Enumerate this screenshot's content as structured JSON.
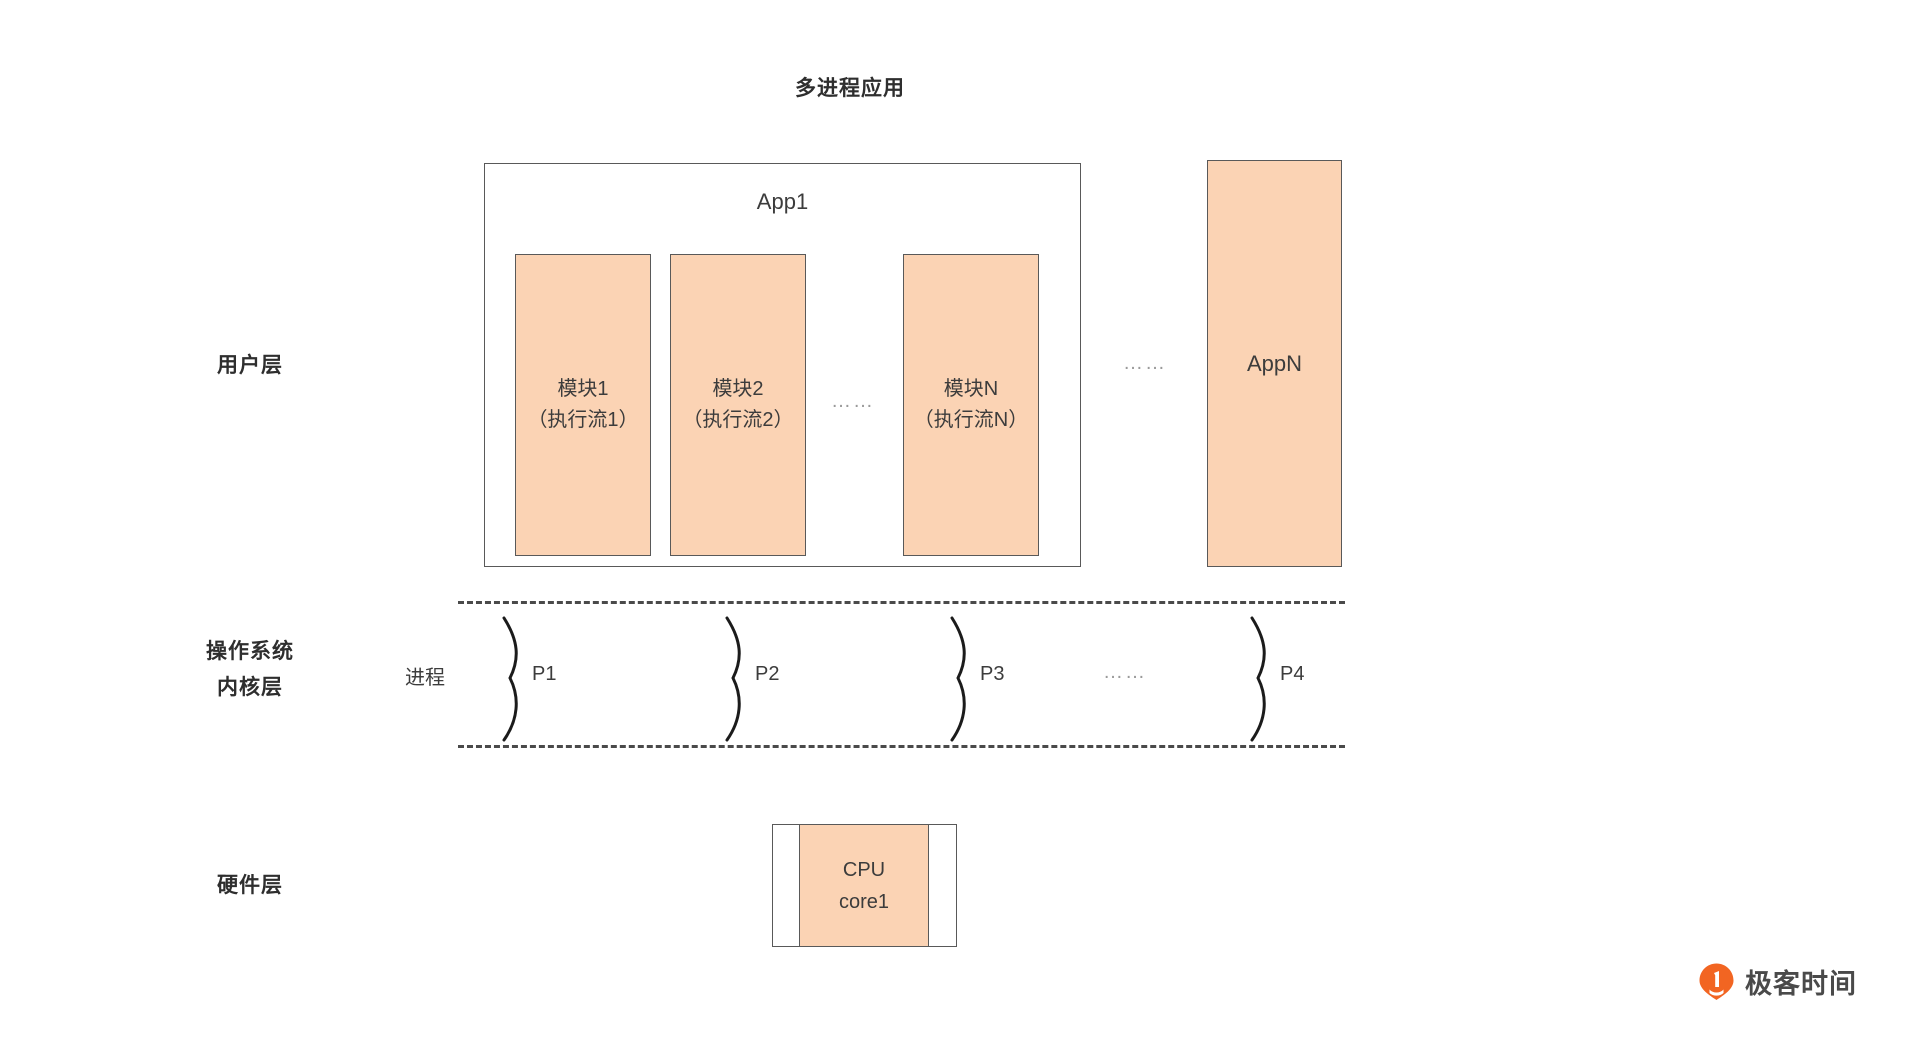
{
  "diagram": {
    "title": "多进程应用",
    "type": "layered-architecture"
  },
  "layers": [
    {
      "id": "user",
      "label": "用户层"
    },
    {
      "id": "kernel",
      "label": "操作系统\n内核层",
      "line1": "操作系统",
      "line2": "内核层"
    },
    {
      "id": "hardware",
      "label": "硬件层"
    }
  ],
  "user_layer": {
    "app1": {
      "title": "App1",
      "modules": [
        {
          "name": "模块1",
          "flow": "（执行流1）"
        },
        {
          "name": "模块2",
          "flow": "（执行流2）"
        },
        {
          "name": "模块N",
          "flow": "（执行流N）"
        }
      ],
      "modules_ellipsis": "……"
    },
    "apps_ellipsis": "……",
    "appn": {
      "title": "AppN"
    }
  },
  "kernel_layer": {
    "section_label": "进程",
    "processes": [
      {
        "label": "P1"
      },
      {
        "label": "P2"
      },
      {
        "label": "P3"
      },
      {
        "label": "P4"
      }
    ],
    "processes_ellipsis": "……"
  },
  "hardware_layer": {
    "cpu": {
      "line1": "CPU",
      "line2": "core1"
    }
  },
  "watermark": {
    "brand": "极客时间",
    "mark": "geektime-logo-icon"
  },
  "colors": {
    "block_fill": "#FBD3B4",
    "block_stroke": "#595959",
    "text": "#3c3c3c",
    "ellipsis": "#9a9a9a",
    "dashed_rule": "#4a4a4a",
    "brand_orange": "#F26522",
    "background": "#ffffff"
  }
}
